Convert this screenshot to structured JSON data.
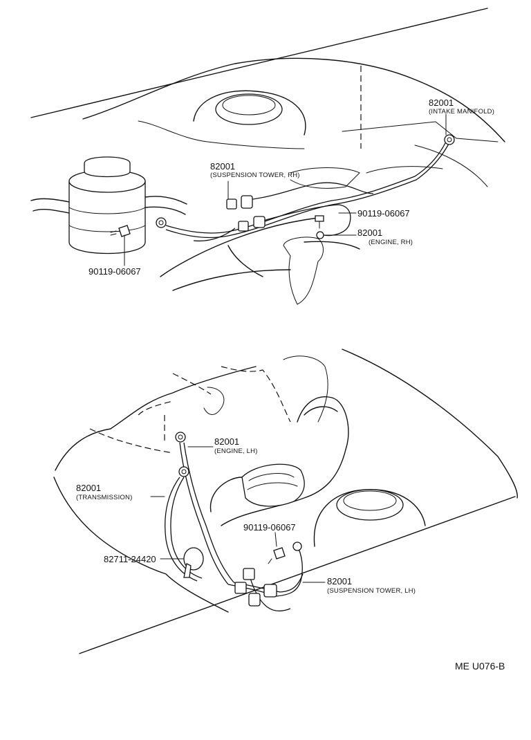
{
  "top_view": {
    "callouts": [
      {
        "part": "82001",
        "location": "(INTAKE MANIFOLD)"
      },
      {
        "part": "82001",
        "location": "(SUSPENSION TOWER, RH)"
      },
      {
        "part": "90119-06067",
        "location": ""
      },
      {
        "part": "82001",
        "location": "(ENGINE, RH)"
      },
      {
        "part": "90119-06067",
        "location": ""
      }
    ]
  },
  "bottom_view": {
    "callouts": [
      {
        "part": "82001",
        "location": "(ENGINE, LH)"
      },
      {
        "part": "82001",
        "location": "(TRANSMISSION)"
      },
      {
        "part": "90119-06067",
        "location": ""
      },
      {
        "part": "82711-24420",
        "location": ""
      },
      {
        "part": "82001",
        "location": "(SUSPENSION TOWER, LH)"
      }
    ]
  },
  "diagram_code": "ME U076-B"
}
